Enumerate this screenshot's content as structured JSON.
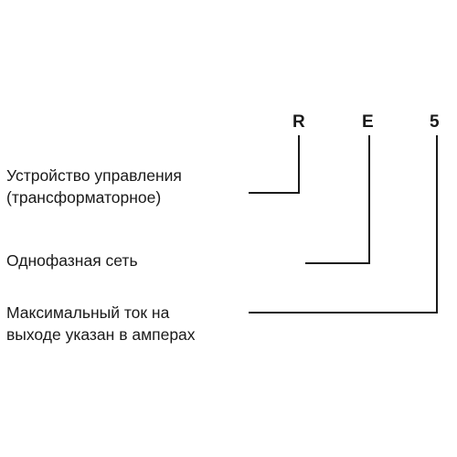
{
  "code": {
    "letters": [
      "R",
      "E",
      "5"
    ]
  },
  "legend": [
    {
      "lines": [
        "Устройство управления",
        "(трансформаторное)"
      ]
    },
    {
      "lines": [
        "Однофазная  сеть"
      ]
    },
    {
      "lines": [
        "Максимальный ток на",
        "выходе указан в амперах"
      ]
    }
  ],
  "colors": {
    "text": "#1a1a1a",
    "lines": "#1a1a1a",
    "background": "#ffffff"
  }
}
